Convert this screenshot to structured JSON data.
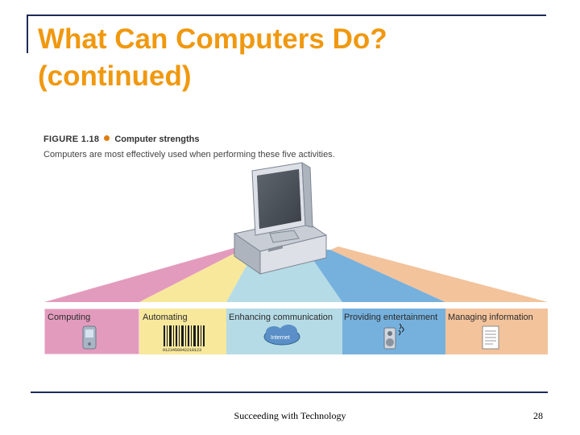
{
  "slide": {
    "title_line1": "What Can Computers Do?",
    "title_line2": "(continued)",
    "footer": "Succeeding with Technology",
    "page_number": "28"
  },
  "figure": {
    "number": "FIGURE 1.18",
    "name": "Computer strengths",
    "caption": "Computers are most effectively used when performing these five activities.",
    "panels": [
      {
        "label": "Computing",
        "color": "#e39bbd"
      },
      {
        "label": "Automating",
        "color": "#f7e89c"
      },
      {
        "label": "Enhancing communication",
        "color": "#b5dbe6",
        "icon_text": "Internet"
      },
      {
        "label": "Providing entertainment",
        "color": "#76b1dd"
      },
      {
        "label": "Managing information",
        "color": "#f3c39c"
      }
    ],
    "barcode_digits": "0123456042210123"
  }
}
